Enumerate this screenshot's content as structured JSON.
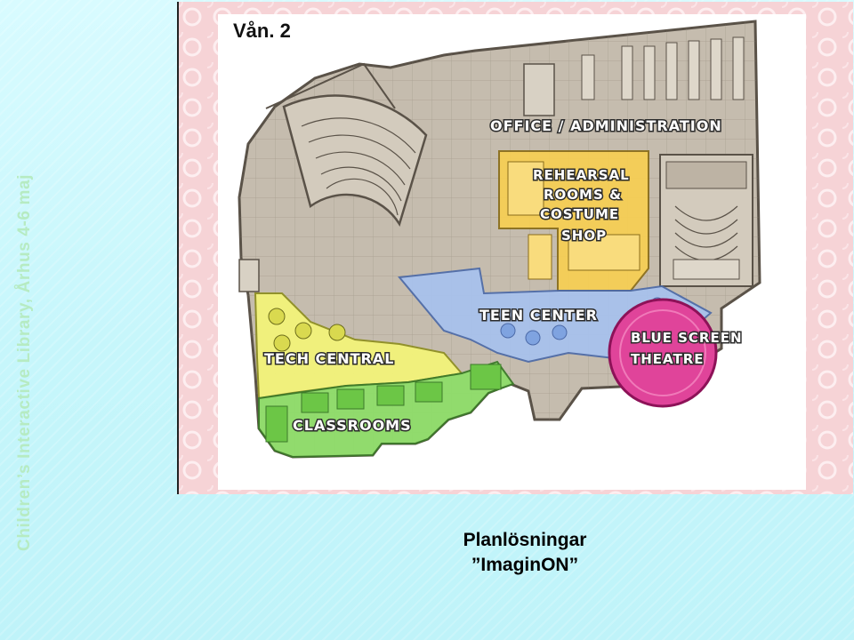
{
  "slide": {
    "side_title": "Children’s Interactive Library, Århus 4-6 maj",
    "floor_label": "Vån. 2",
    "caption_line1": "Planlösningar",
    "caption_line2": "”ImaginON”"
  },
  "plan": {
    "zones": {
      "office": "OFFICE / ADMINISTRATION",
      "rehearsal_1": "REHEARSAL",
      "rehearsal_2": "ROOMS &",
      "rehearsal_3": "COSTUME",
      "rehearsal_4": "SHOP",
      "teen": "TEEN CENTER",
      "blue_1": "BLUE SCREEN",
      "blue_2": "THEATRE",
      "tech": "TECH CENTRAL",
      "classrooms": "CLASSROOMS"
    },
    "colors": {
      "frame_bg": "#f6d3d6",
      "paper": "#ffffff",
      "building": "#c5bcae",
      "wall": "#5a5248",
      "rehearsal": "#f7cf52",
      "teen": "#a7c2ee",
      "blue_theatre": "#e0449a",
      "tech": "#f3f37a",
      "classrooms": "#8fdd6a"
    }
  }
}
